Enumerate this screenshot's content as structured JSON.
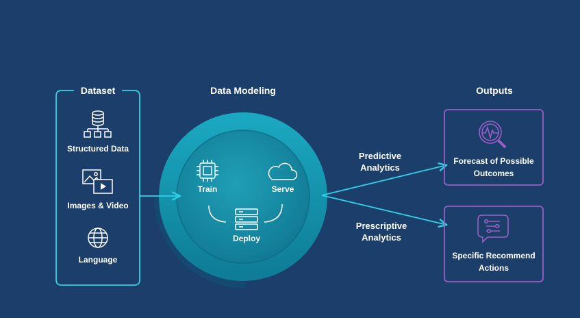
{
  "dataset": {
    "title": "Dataset",
    "items": [
      {
        "label": "Structured Data",
        "icon": "database-hierarchy-icon"
      },
      {
        "label": "Images & Video",
        "icon": "images-video-icon"
      },
      {
        "label": "Language",
        "icon": "globe-icon"
      }
    ]
  },
  "modeling": {
    "title": "Data Modeling",
    "steps": [
      {
        "label": "Train",
        "icon": "chip-icon"
      },
      {
        "label": "Serve",
        "icon": "cloud-icon"
      },
      {
        "label": "Deploy",
        "icon": "server-icon"
      }
    ]
  },
  "arrows": {
    "predictive": [
      "Predictive",
      "Analytics"
    ],
    "prescriptive": [
      "Prescriptive",
      "Analytics"
    ]
  },
  "outputs": {
    "title": "Outputs",
    "forecast": [
      "Forecast of Possible",
      "Outcomes"
    ],
    "recommend": [
      "Specific Recommend",
      "Actions"
    ]
  },
  "colors": {
    "background": "#1b3e6a",
    "accent_cyan": "#2ed3e6",
    "accent_purple": "#9a5fc4",
    "ring_teal": "#1590a8"
  }
}
